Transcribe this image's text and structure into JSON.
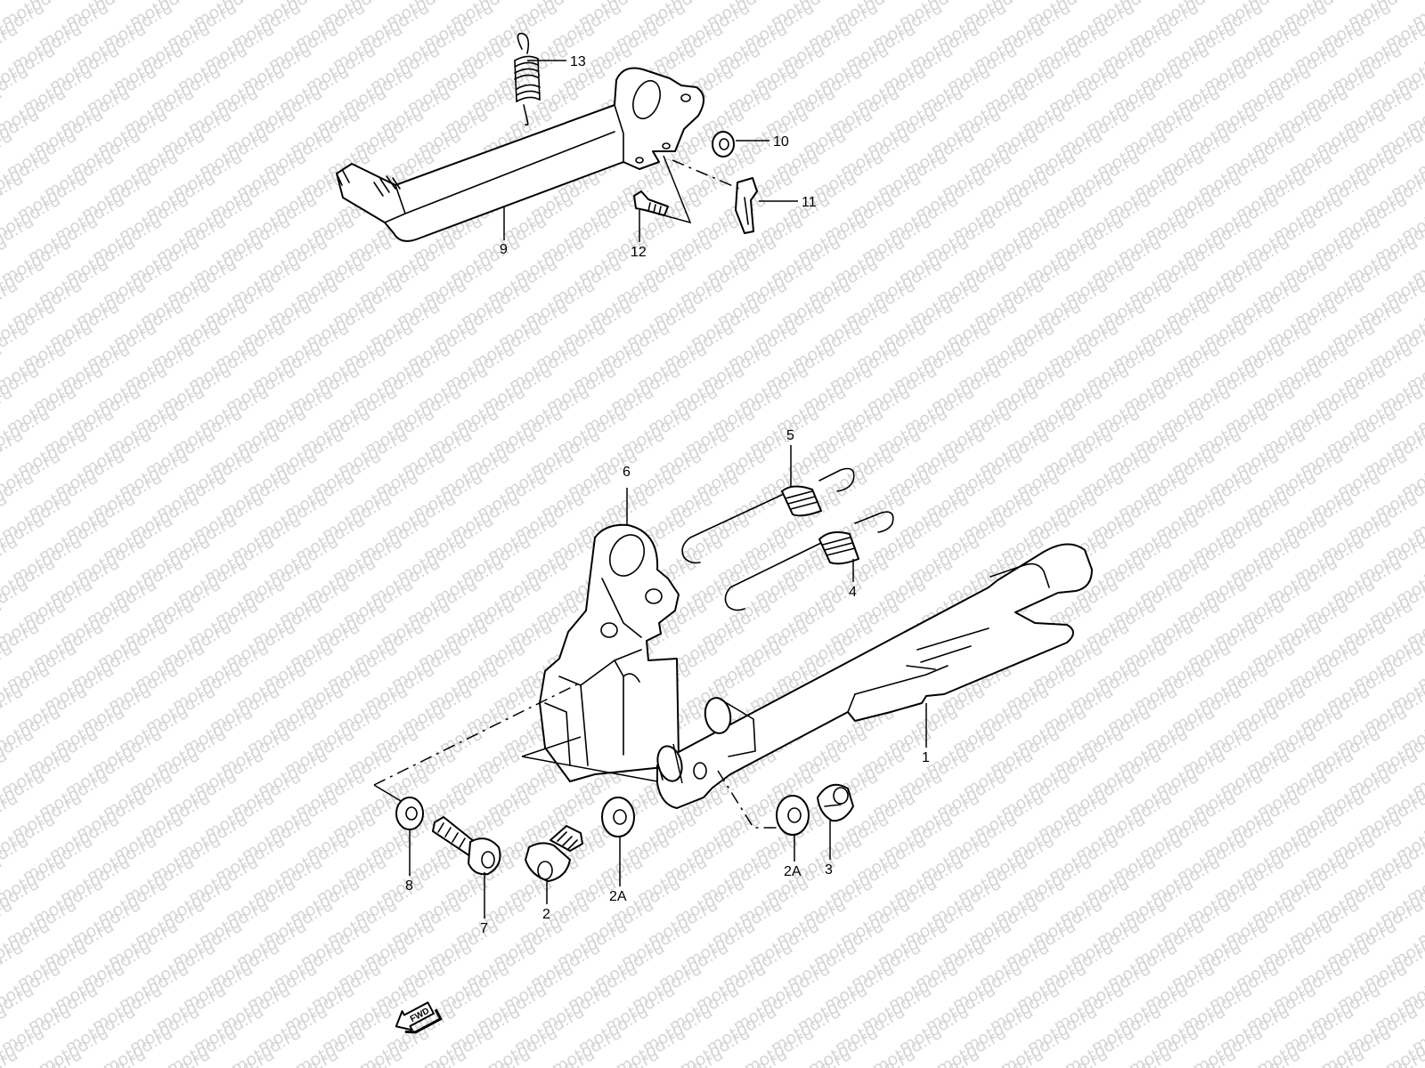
{
  "watermark": "motod.ru",
  "direction_marker": "FWD",
  "callouts": {
    "p1": "1",
    "p2": "2",
    "p2a_left": "2A",
    "p2a_right": "2A",
    "p3": "3",
    "p4": "4",
    "p5": "5",
    "p6": "6",
    "p7": "7",
    "p8": "8",
    "p9": "9",
    "p10": "10",
    "p11": "11",
    "p12": "12",
    "p13": "13"
  },
  "colors": {
    "line": "#000000",
    "watermark": "#d6d6d6",
    "background": "#ffffff"
  }
}
